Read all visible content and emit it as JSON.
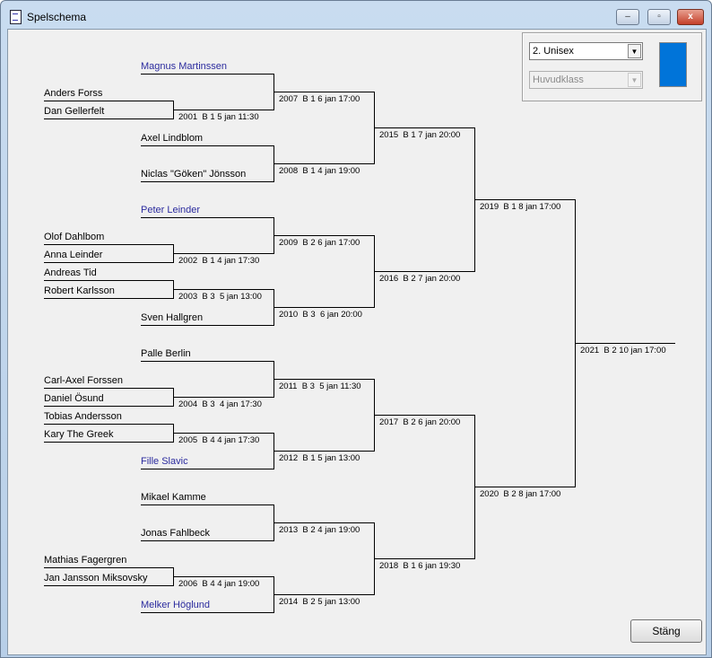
{
  "window": {
    "title": "Spelschema",
    "minimize": "‒",
    "maximize": "▫",
    "close": "x"
  },
  "controls": {
    "class_select": "2. Unisex",
    "group_select": "Huvudklass",
    "dropdown_arrow": "▼",
    "swatch_color": "#0074d9",
    "close_button": "Stäng"
  },
  "colors": {
    "seeded_name": "#2b2b9e"
  },
  "players": [
    {
      "name": "Magnus Martinssen",
      "seeded": true
    },
    {
      "name": "Anders Forss",
      "seeded": false
    },
    {
      "name": "Dan Gellerfelt",
      "seeded": false
    },
    {
      "name": "Axel Lindblom",
      "seeded": false
    },
    {
      "name": "Niclas \"Göken\" Jönsson",
      "seeded": false
    },
    {
      "name": "Peter Leinder",
      "seeded": true
    },
    {
      "name": "Olof Dahlbom",
      "seeded": false
    },
    {
      "name": "Anna Leinder",
      "seeded": false
    },
    {
      "name": "Andreas Tid",
      "seeded": false
    },
    {
      "name": "Robert Karlsson",
      "seeded": false
    },
    {
      "name": "Sven Hallgren",
      "seeded": false
    },
    {
      "name": "Palle Berlin",
      "seeded": false
    },
    {
      "name": "Carl-Axel Forssen",
      "seeded": false
    },
    {
      "name": "Daniel Ösund",
      "seeded": false
    },
    {
      "name": "Tobias Andersson",
      "seeded": false
    },
    {
      "name": "Kary The Greek",
      "seeded": false
    },
    {
      "name": "Fille Slavic",
      "seeded": true
    },
    {
      "name": "Mikael Kamme",
      "seeded": false
    },
    {
      "name": "Jonas Fahlbeck",
      "seeded": false
    },
    {
      "name": "Mathias Fagergren",
      "seeded": false
    },
    {
      "name": "Jan Jansson Miksovsky",
      "seeded": false
    },
    {
      "name": "Melker Höglund",
      "seeded": true
    }
  ],
  "matches": [
    {
      "label": "2001  B 1 5 jan 11:30"
    },
    {
      "label": "2007  B 1 6 jan 17:00"
    },
    {
      "label": "2008  B 1 4 jan 19:00"
    },
    {
      "label": "2015  B 1 7 jan 20:00"
    },
    {
      "label": "2002  B 1 4 jan 17:30"
    },
    {
      "label": "2009  B 2 6 jan 17:00"
    },
    {
      "label": "2003  B 3  5 jan 13:00"
    },
    {
      "label": "2010  B 3  6 jan 20:00"
    },
    {
      "label": "2016  B 2 7 jan 20:00"
    },
    {
      "label": "2019  B 1 8 jan 17:00"
    },
    {
      "label": "2004  B 3  4 jan 17:30"
    },
    {
      "label": "2011  B 3  5 jan 11:30"
    },
    {
      "label": "2005  B 4 4 jan 17:30"
    },
    {
      "label": "2012  B 1 5 jan 13:00"
    },
    {
      "label": "2017  B 2 6 jan 20:00"
    },
    {
      "label": "2013  B 2 4 jan 19:00"
    },
    {
      "label": "2006  B 4 4 jan 19:00"
    },
    {
      "label": "2014  B 2 5 jan 13:00"
    },
    {
      "label": "2018  B 1 6 jan 19:30"
    },
    {
      "label": "2020  B 2 8 jan 17:00"
    },
    {
      "label": "2021  B 2 10 jan 17:00"
    }
  ]
}
